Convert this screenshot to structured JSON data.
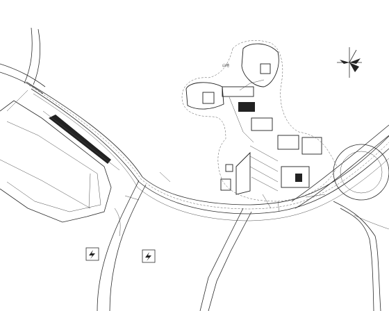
{
  "drawing": {
    "labels": {
      "hill": "山地"
    },
    "symbols": [
      "lightning-symbol",
      "lightning-symbol",
      "north-arrow"
    ]
  }
}
